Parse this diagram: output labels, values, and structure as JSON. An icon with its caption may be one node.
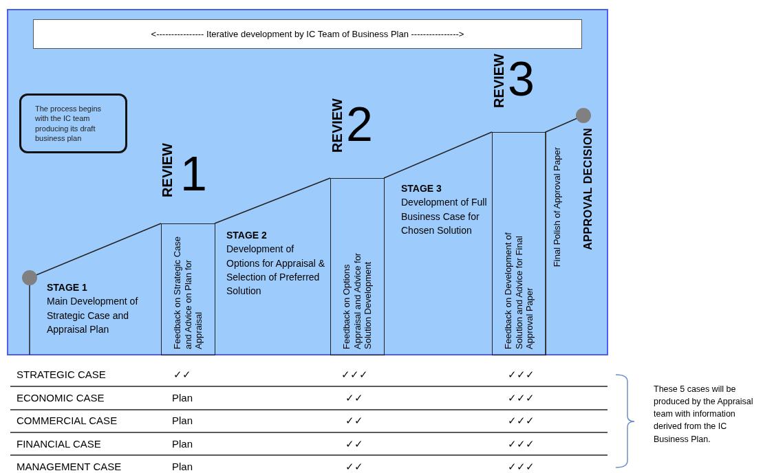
{
  "diagram": {
    "nodes": [
      {
        "text": [
          "<---------------- Iterative development by IC Team of Business Plan ---------------->"
        ]
      },
      {
        "text": [
          "The process begins with the IC team producing its draft business plan"
        ]
      },
      {
        "text": [
          "Feedback on Strategic Case and Advice on Plan for Appraisal"
        ]
      },
      {
        "text": [
          "Feedback on Options Appraisal and Advice for Solution Development"
        ]
      },
      {
        "text": [
          "Feedback on Development of Solution and Advice for Final Approval Paper"
        ]
      }
    ],
    "labels": [
      "REVIEW",
      "1",
      "REVIEW",
      "2",
      "REVIEW",
      "3",
      "**STAGE 1** Main Development of Strategic Case and Appraisal Plan",
      "**STAGE 2** Development of Options for Appraisal & Selection of Preferred Solution",
      "**STAGE 3** Development of Full Business Case for Chosen Solution",
      "Final Polish of Approval Paper",
      "APPROVAL DECISION",
      "STRATEGIC CASE",
      "✓✓",
      "✓✓✓",
      "✓✓✓",
      "ECONOMIC CASE",
      "Plan",
      "✓✓",
      "✓✓✓",
      "COMMERCIAL CASE",
      "Plan",
      "✓✓",
      "✓✓✓",
      "FINANCIAL CASE",
      "Plan",
      "✓✓",
      "✓✓✓",
      "MANAGEMENT CASE",
      "Plan",
      "✓✓",
      "✓✓✓",
      "These 5 cases will be produced by the Appraisal team with information derived from the IC Business Plan."
    ]
  }
}
